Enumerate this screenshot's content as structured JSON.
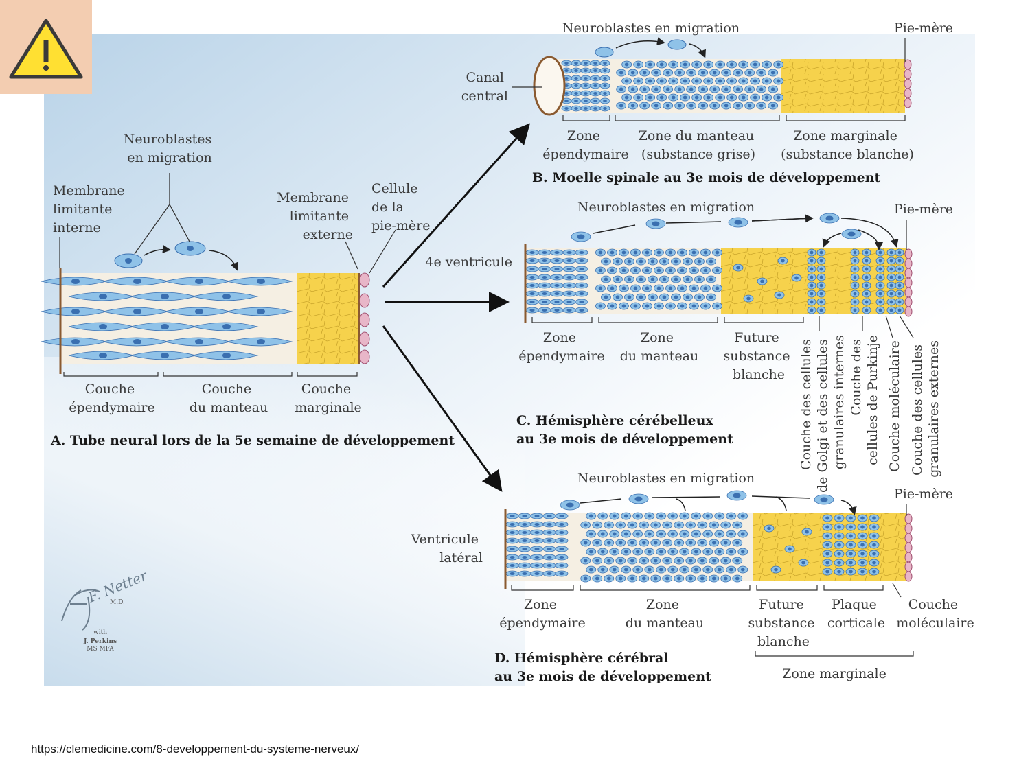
{
  "colors": {
    "warning_bg": "#f3cdb1",
    "warning_yellow": "#ffe032",
    "cell_blue": "#8fc2e8",
    "nucleus": "#3a6fb0",
    "marginal_yellow": "#f6d24c",
    "pia_pink": "#e8b6c8"
  },
  "warning_icon": "warning-triangle-icon",
  "source_url": "https://clemedicine.com/8-developpement-du-systeme-nerveux/",
  "panel_a": {
    "neuroblastes": [
      "Neuroblastes",
      "en migration"
    ],
    "membrane_interne": [
      "Membrane",
      "limitante",
      "interne"
    ],
    "membrane_externe": [
      "Membrane",
      "limitante",
      "externe"
    ],
    "cellule_pie_mere": [
      "Cellule",
      "de la",
      "pie-mère"
    ],
    "couche_ependymaire": [
      "Couche",
      "épendymaire"
    ],
    "couche_manteau": [
      "Couche",
      "du manteau"
    ],
    "couche_marginale": [
      "Couche",
      "marginale"
    ],
    "caption": "A. Tube neural lors de la 5e semaine de développement"
  },
  "panel_b": {
    "neuroblastes": "Neuroblastes en migration",
    "pie_mere": "Pie-mère",
    "canal": [
      "Canal",
      "central"
    ],
    "zone_ependymaire": [
      "Zone",
      "épendymaire"
    ],
    "zone_manteau": [
      "Zone du manteau",
      "(substance grise)"
    ],
    "zone_marginale": [
      "Zone marginale",
      "(substance blanche)"
    ],
    "caption": "B. Moelle spinale au 3e mois de développement"
  },
  "panel_c": {
    "neuroblastes": "Neuroblastes en migration",
    "pie_mere": "Pie-mère",
    "ventricule": "4e ventricule",
    "zone_ependymaire": [
      "Zone",
      "épendymaire"
    ],
    "zone_manteau": [
      "Zone",
      "du manteau"
    ],
    "future_substance": [
      "Future",
      "substance",
      "blanche"
    ],
    "vertical_labels": [
      [
        "Couche des cellules",
        "de Golgi et des cellules",
        "granulaires internes"
      ],
      [
        "Couche des",
        "cellules de Purkinje"
      ],
      [
        "Couche moléculaire"
      ],
      [
        "Couche des cellules",
        "granulaires externes"
      ]
    ],
    "caption": [
      "C. Hémisphère cérébelleux",
      "au 3e mois de développement"
    ]
  },
  "panel_d": {
    "neuroblastes": "Neuroblastes en migration",
    "pie_mere": "Pie-mère",
    "ventricule": [
      "Ventricule",
      "latéral"
    ],
    "zone_ependymaire": [
      "Zone",
      "épendymaire"
    ],
    "zone_manteau": [
      "Zone",
      "du manteau"
    ],
    "future_substance": [
      "Future",
      "substance",
      "blanche"
    ],
    "plaque": [
      "Plaque",
      "corticale"
    ],
    "couche_moleculaire": [
      "Couche",
      "moléculaire"
    ],
    "zone_marginale": "Zone marginale",
    "caption": [
      "D. Hémisphère cérébral",
      "au 3e mois de développement"
    ]
  },
  "signature": [
    "F. Netter",
    "M.D.",
    "with",
    "J. Perkins",
    "MS MFA"
  ]
}
